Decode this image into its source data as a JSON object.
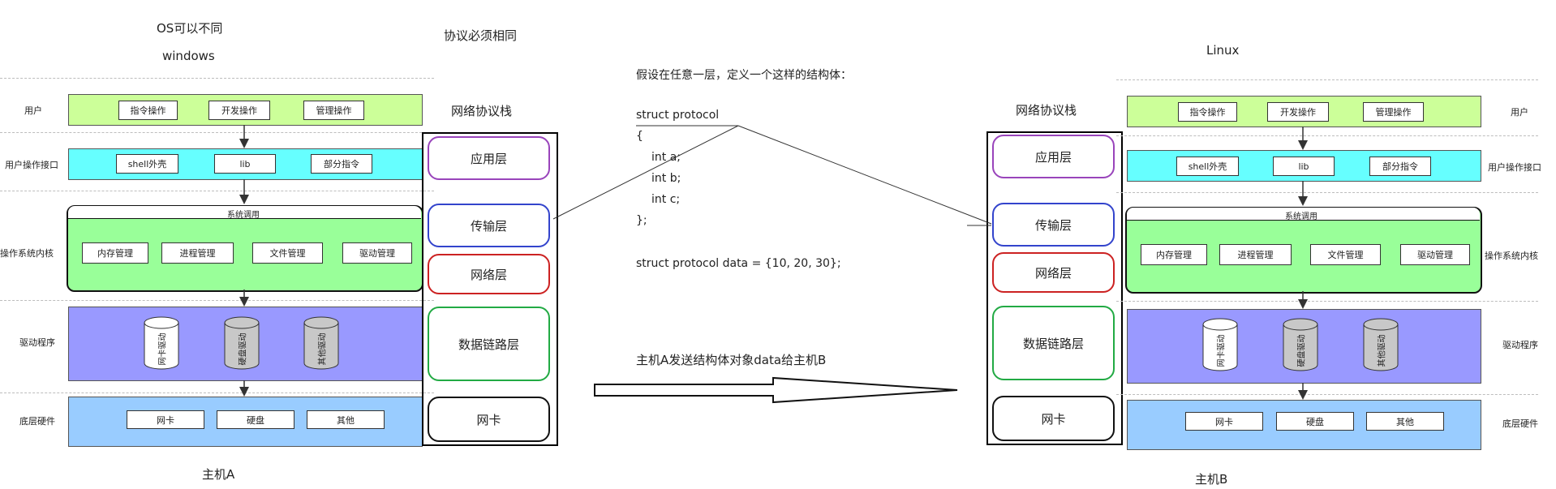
{
  "hostA": {
    "os_note": "OS可以不同",
    "os_name": "windows",
    "name": "主机A",
    "side": [
      "用户",
      "用户操作接口",
      "操作系统内核",
      "驱动程序",
      "底层硬件"
    ],
    "user": [
      "指令操作",
      "开发操作",
      "管理操作"
    ],
    "iface": [
      "shell外壳",
      "lib",
      "部分指令"
    ],
    "syscall": "系统调用",
    "kernel": [
      "内存管理",
      "进程管理",
      "文件管理",
      "驱动管理"
    ],
    "drivers": [
      "网卡驱动",
      "硬盘驱动",
      "其他驱动"
    ],
    "hw": [
      "网卡",
      "硬盘",
      "其他"
    ]
  },
  "hostB": {
    "os_name": "Linux",
    "name": "主机B",
    "side": [
      "用户",
      "用户操作接口",
      "操作系统内核",
      "驱动程序",
      "底层硬件"
    ],
    "user": [
      "指令操作",
      "开发操作",
      "管理操作"
    ],
    "iface": [
      "shell外壳",
      "lib",
      "部分指令"
    ],
    "syscall": "系统调用",
    "kernel": [
      "内存管理",
      "进程管理",
      "文件管理",
      "驱动管理"
    ],
    "drivers": [
      "网卡驱动",
      "硬盘驱动",
      "其他驱动"
    ],
    "hw": [
      "网卡",
      "硬盘",
      "其他"
    ]
  },
  "protocol_note": "协议必须相同",
  "stack_title": "网络协议栈",
  "stack": [
    "应用层",
    "传输层",
    "网络层",
    "数据链路层",
    "网卡"
  ],
  "code": [
    "假设在任意一层，定义一个这样的结构体：",
    "struct protocol",
    "{",
    "int a;",
    "int b;",
    "int c;",
    "};",
    "struct protocol data = {10, 20, 30};"
  ],
  "send_text": "主机A发送结构体对象data给主机B",
  "colors": {
    "user": "#ccff99",
    "iface": "#66ffff",
    "kernel": "#99ff99",
    "driver": "#9999ff",
    "hw": "#99ccff",
    "app": "#9944bb",
    "trans": "#3344cc",
    "net": "#cc2222",
    "link": "#22aa44",
    "nic": "#111111"
  }
}
